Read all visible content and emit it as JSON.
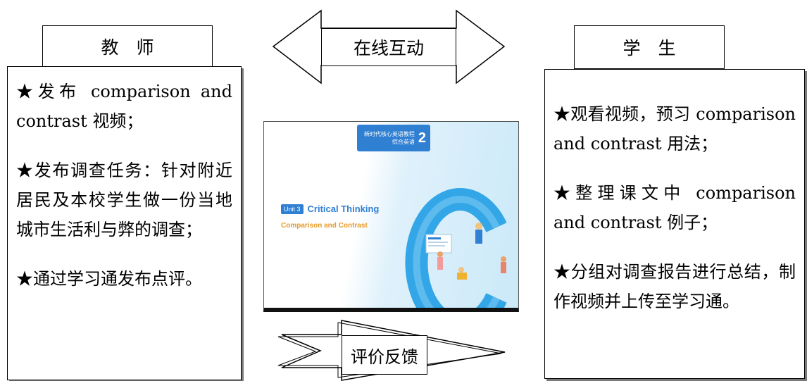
{
  "teacher": {
    "header": "教　师",
    "items": [
      "★发布 comparison and contrast 视频；",
      "★发布调查任务：针对附近居民及本校学生做一份当地城市生活利与弊的调查；",
      "★通过学习通发布点评。"
    ]
  },
  "student": {
    "header": "学　生",
    "items": [
      "★观看视频，预习 comparison and contrast 用法；",
      "★整理课文中 comparison and contrast 例子；",
      "★分组对调查报告进行总结，制作视频并上传至学习通。"
    ]
  },
  "online_interaction": "在线互动",
  "feedback": "评价反馈",
  "slide": {
    "badge_text_1": "新时代核心英语教程",
    "badge_text_2": "综合英语",
    "badge_number": "2",
    "unit": "Unit 3",
    "title": "Critical Thinking",
    "subtitle": "Comparison and Contrast"
  },
  "colors": {
    "accent_blue": "#2f7fd3",
    "accent_orange": "#e69a28",
    "light_blue": "#cbe9f8"
  }
}
